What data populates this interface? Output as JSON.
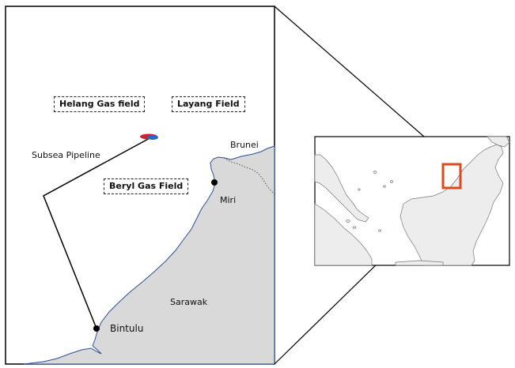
{
  "main_map": {
    "field_labels": {
      "helang": "Helang Gas field",
      "layang": "Layang Field",
      "beryl": "Beryl Gas Field"
    },
    "place_labels": {
      "subsea_pipeline": "Subsea Pipeline",
      "brunei": "Brunei",
      "miri": "Miri",
      "sarawak": "Sarawak",
      "bintulu": "Bintulu"
    },
    "colors": {
      "land": "#d9d9d9",
      "sea": "#ffffff",
      "coastline": "#2f4f8f",
      "gas_field_red": "#d0202a",
      "gas_field_blue": "#2a66c9"
    }
  },
  "inset_map": {
    "colors": {
      "land": "#ededed",
      "sea": "#ffffff",
      "highlight_box": "#e04a1a"
    }
  }
}
